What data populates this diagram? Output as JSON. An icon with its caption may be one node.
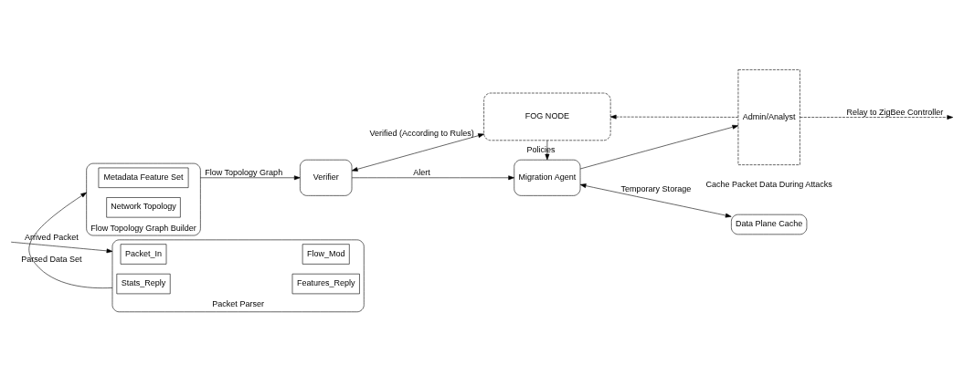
{
  "diagram": {
    "nodes": [
      {
        "text": [
          "Packet Parser"
        ]
      },
      {
        "text": [
          "Packet_In"
        ],
        "in": 0
      },
      {
        "text": [
          "Flow_Mod"
        ],
        "in": 0
      },
      {
        "text": [
          "Stats_Reply"
        ],
        "in": 0
      },
      {
        "text": [
          "Features_Reply"
        ],
        "in": 0
      },
      {
        "text": [
          "Flow Topology Graph Builder"
        ]
      },
      {
        "text": [
          "Metadata Feature Set"
        ],
        "in": 5
      },
      {
        "text": [
          "Network Topology"
        ],
        "in": 5
      },
      {
        "text": [
          "FOG NODE"
        ]
      },
      {
        "text": [
          "Admin/Analyst"
        ]
      },
      {
        "text": [
          "Verifier"
        ]
      },
      {
        "text": [
          "Migration Agent"
        ]
      },
      {
        "text": [
          "Data Plane Cache"
        ],
        "beside": [
          "Cache Packet Data During Attacks"
        ]
      }
    ],
    "edges": [
      {
        "from": null,
        "to": 0,
        "arrow": "to",
        "label": "Arrived Packet"
      },
      {
        "from": 0,
        "to": 5,
        "arrow": "to",
        "label": "Parsed Data Set"
      },
      {
        "from": 5,
        "to": 10,
        "arrow": "to",
        "label": "Flow Topology Graph"
      },
      {
        "from": 10,
        "to": 8,
        "arrow": "both",
        "label": "Verified (According to Rules)"
      },
      {
        "from": 10,
        "to": 11,
        "arrow": "to",
        "label": "Alert"
      },
      {
        "from": 8,
        "to": 11,
        "arrow": "to",
        "label": "Policies"
      },
      {
        "from": 11,
        "to": 9,
        "arrow": "to"
      },
      {
        "from": 9,
        "to": 8,
        "arrow": "to",
        "style": "dashed"
      },
      {
        "from": 9,
        "to": null,
        "arrow": "to",
        "style": "dashed",
        "label": "Relay to ZigBee Controller"
      },
      {
        "from": 11,
        "to": 12,
        "arrow": "both",
        "label": "Temporary Storage"
      }
    ]
  }
}
